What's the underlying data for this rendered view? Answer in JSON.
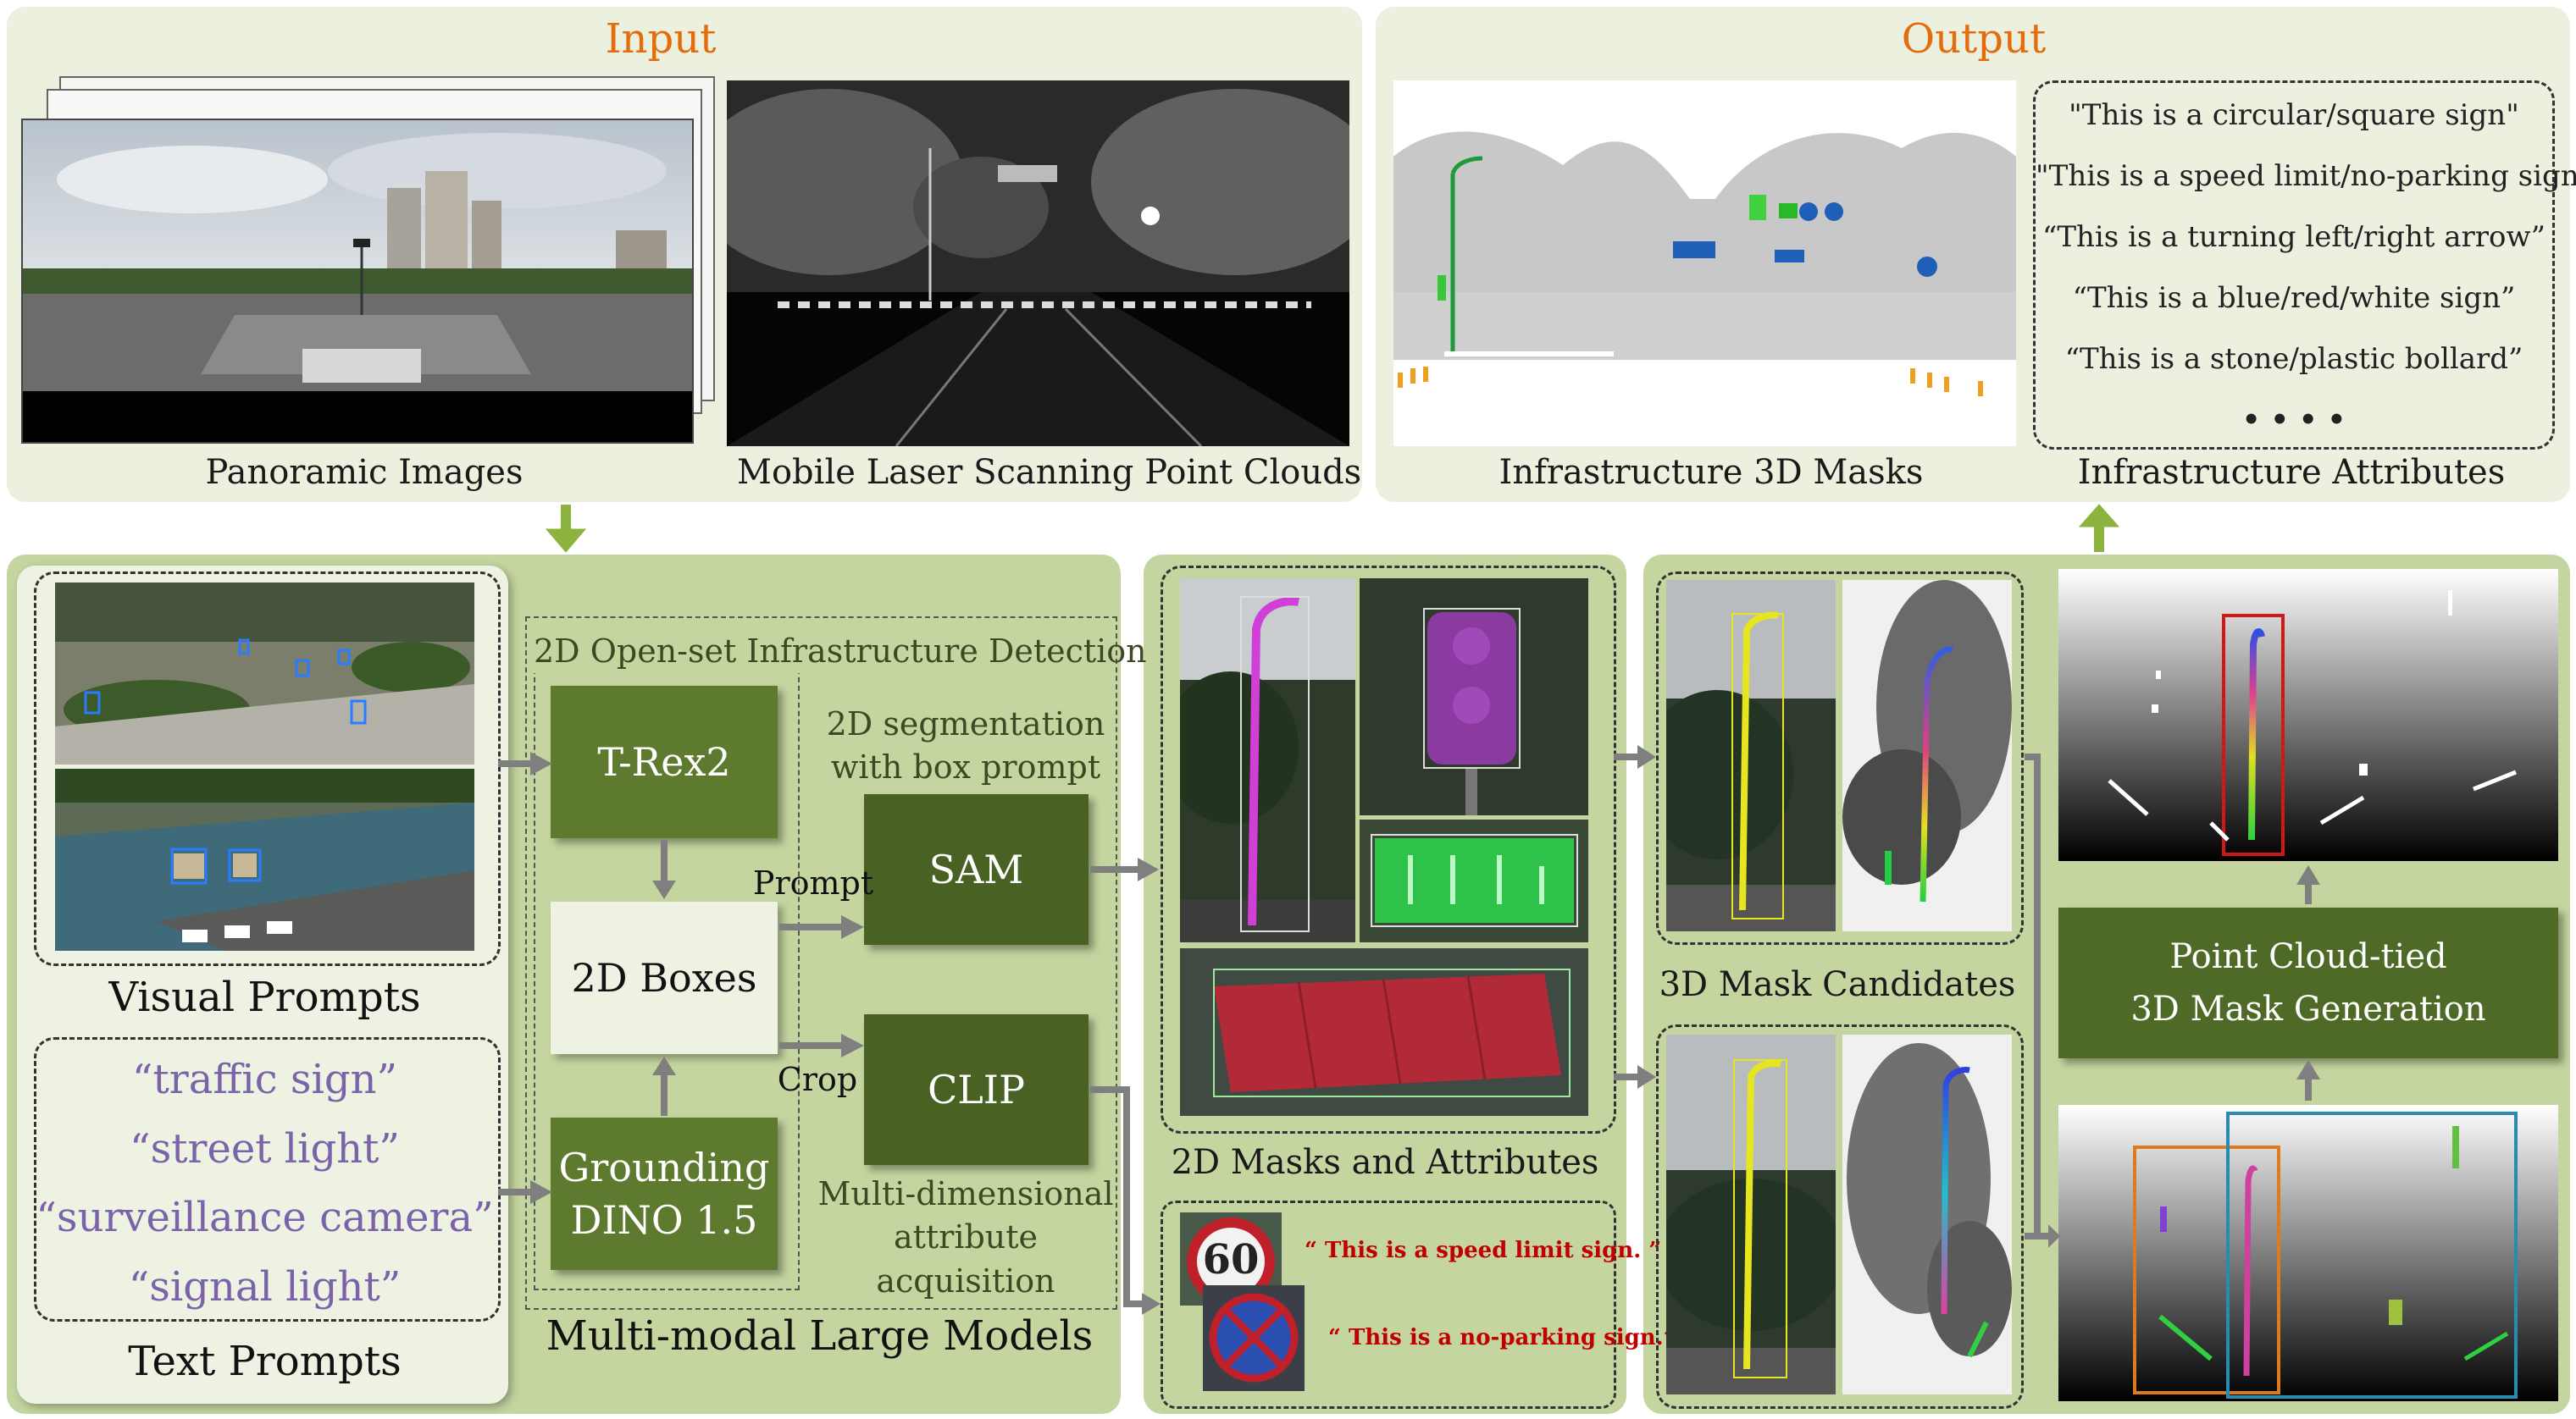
{
  "input": {
    "title": "Input",
    "panoramic_caption": "Panoramic Images",
    "mls_caption": "Mobile Laser Scanning Point Clouds"
  },
  "output": {
    "title": "Output",
    "masks_caption": "Infrastructure 3D Masks",
    "attributes_caption": "Infrastructure Attributes",
    "attributes": [
      "\"This is a circular/square sign\"",
      "\"This is a speed limit/no-parking sign\"",
      "“This is a turning left/right arrow”",
      "“This is a blue/red/white sign”",
      "“This is a stone/plastic bollard”",
      "• • • •"
    ]
  },
  "prompts": {
    "visual_caption": "Visual Prompts",
    "text_caption": "Text Prompts",
    "text_items": [
      "“traffic sign”",
      "“street light”",
      "“surveillance camera”",
      "“signal light”"
    ]
  },
  "models": {
    "section_title": "2D Open-set Infrastructure Detection",
    "trex": "T-Rex2",
    "boxes": "2D Boxes",
    "grounding_line1": "Grounding",
    "grounding_line2": "DINO 1.5",
    "sam": "SAM",
    "clip": "CLIP",
    "seg_note_line1": "2D segmentation",
    "seg_note_line2": "with box prompt",
    "prompt_label": "Prompt",
    "crop_label": "Crop",
    "attr_note_line1": "Multi-dimensional",
    "attr_note_line2": "attribute acquisition",
    "caption": "Multi-modal Large Models"
  },
  "masks2d": {
    "caption": "2D Masks and Attributes",
    "sign_number": "60",
    "speed_quote": "“ This is a speed limit sign. ”",
    "noparking_quote": "“ This is a no-parking sign.”"
  },
  "masks3d": {
    "candidates_caption": "3D Mask Candidates",
    "generation_line1": "Point Cloud-tied",
    "generation_line2": "3D Mask Generation"
  },
  "colors": {
    "orange_title": "#e46c0a",
    "panel_light": "#ebf0df",
    "panel_green": "#c4d59f",
    "box_dark": "#5d7a2f",
    "arrow": "#7f7f7f",
    "green_arrow": "#8cb33d",
    "prompt_purple": "#7a63a8"
  }
}
